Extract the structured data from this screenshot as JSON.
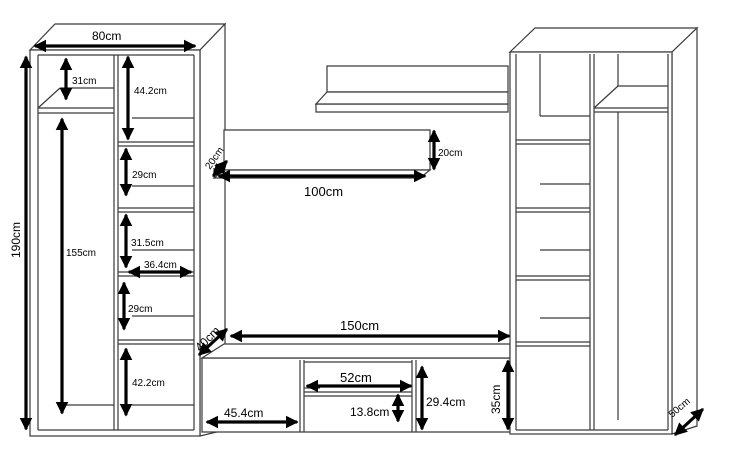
{
  "dimensions": {
    "width_80": "80cm",
    "height_190": "190cm",
    "left_top_31": "31cm",
    "left_tall_155": "155cm",
    "shelf_44_2": "44.2cm",
    "shelf_29a": "29cm",
    "shelf_31_5": "31.5cm",
    "shelf_36_4": "36.4cm",
    "shelf_29b": "29cm",
    "shelf_42_2": "42.2cm",
    "wall_depth_20": "20cm",
    "wall_height_20": "20cm",
    "wall_width_100": "100cm",
    "bottom_150": "150cm",
    "tv_depth_40": "40cm",
    "tv_52": "52cm",
    "tv_45_4": "45.4cm",
    "tv_13_8": "13.8cm",
    "tv_29_4": "29.4cm",
    "tv_35": "35cm",
    "right_depth_50": "50cm"
  }
}
